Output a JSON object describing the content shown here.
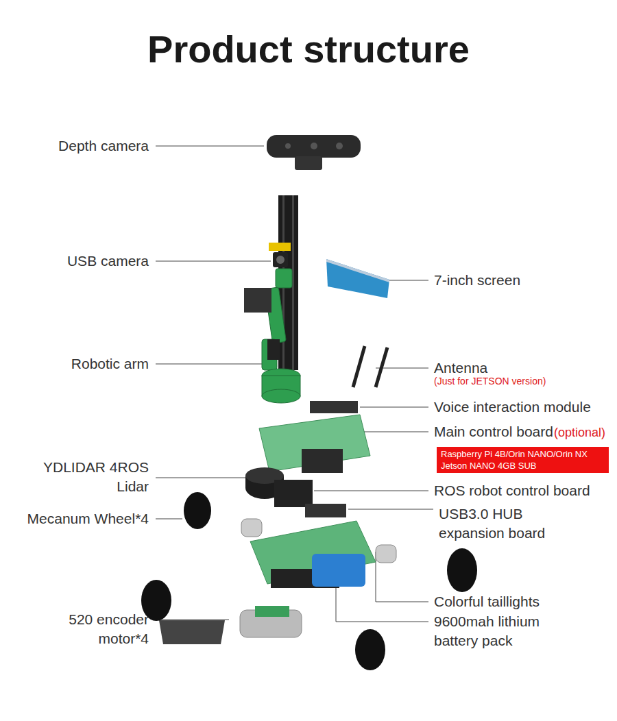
{
  "diagram": {
    "title": "Product structure",
    "nodes": [
      {
        "text": [
          "Raspberry Pi 4B/Orin NANO/Orin NX Jetson NANO 4GB SUB"
        ]
      }
    ],
    "labels": [
      "Depth camera",
      "USB camera",
      "7-inch screen",
      "Robotic arm",
      "Antenna",
      "(Just for JETSON version)",
      "Voice interaction module",
      "Main control board",
      "(optional)",
      "YDLIDAR 4ROS Lidar",
      "ROS robot control board",
      "Mecanum Wheel*4",
      "USB3.0 HUB expansion board",
      "Colorful taillights",
      "9600mah lithium battery pack",
      "520 encoder motor*4"
    ]
  }
}
